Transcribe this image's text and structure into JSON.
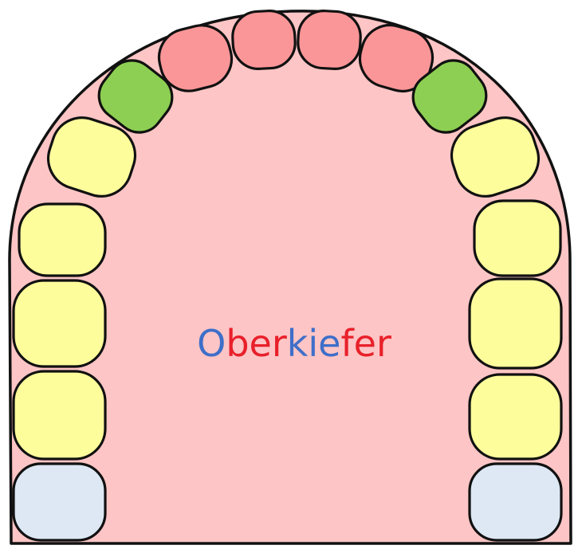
{
  "title": {
    "segments": [
      {
        "text": "O",
        "color": "#3e6fc9"
      },
      {
        "text": "ber",
        "color": "#e8202a"
      },
      {
        "text": "k",
        "color": "#3e6fc9"
      },
      {
        "text": "ie",
        "color": "#3e6fc9"
      },
      {
        "text": "f",
        "color": "#e8202a"
      },
      {
        "text": "er",
        "color": "#e8202a"
      }
    ]
  },
  "colors": {
    "palate_fill": "#fdc5c5",
    "outline": "#111111",
    "incisor": "#fb9698",
    "canine": "#8dcf52",
    "premolar_molar": "#fdfd9c",
    "wisdom_tooth": "#dde8f4"
  },
  "teeth": [
    {
      "id": "incisor-1",
      "kind": "incisor"
    },
    {
      "id": "incisor-2",
      "kind": "incisor"
    },
    {
      "id": "incisor-3",
      "kind": "incisor"
    },
    {
      "id": "incisor-4",
      "kind": "incisor"
    },
    {
      "id": "canine-left",
      "kind": "canine"
    },
    {
      "id": "canine-right",
      "kind": "canine"
    },
    {
      "id": "premolar-left-1",
      "kind": "premolar_molar"
    },
    {
      "id": "premolar-left-2",
      "kind": "premolar_molar"
    },
    {
      "id": "molar-left-1",
      "kind": "premolar_molar"
    },
    {
      "id": "molar-left-2",
      "kind": "premolar_molar"
    },
    {
      "id": "wisdom-left",
      "kind": "wisdom_tooth"
    },
    {
      "id": "premolar-right-1",
      "kind": "premolar_molar"
    },
    {
      "id": "premolar-right-2",
      "kind": "premolar_molar"
    },
    {
      "id": "molar-right-1",
      "kind": "premolar_molar"
    },
    {
      "id": "molar-right-2",
      "kind": "premolar_molar"
    },
    {
      "id": "wisdom-right",
      "kind": "wisdom_tooth"
    }
  ]
}
